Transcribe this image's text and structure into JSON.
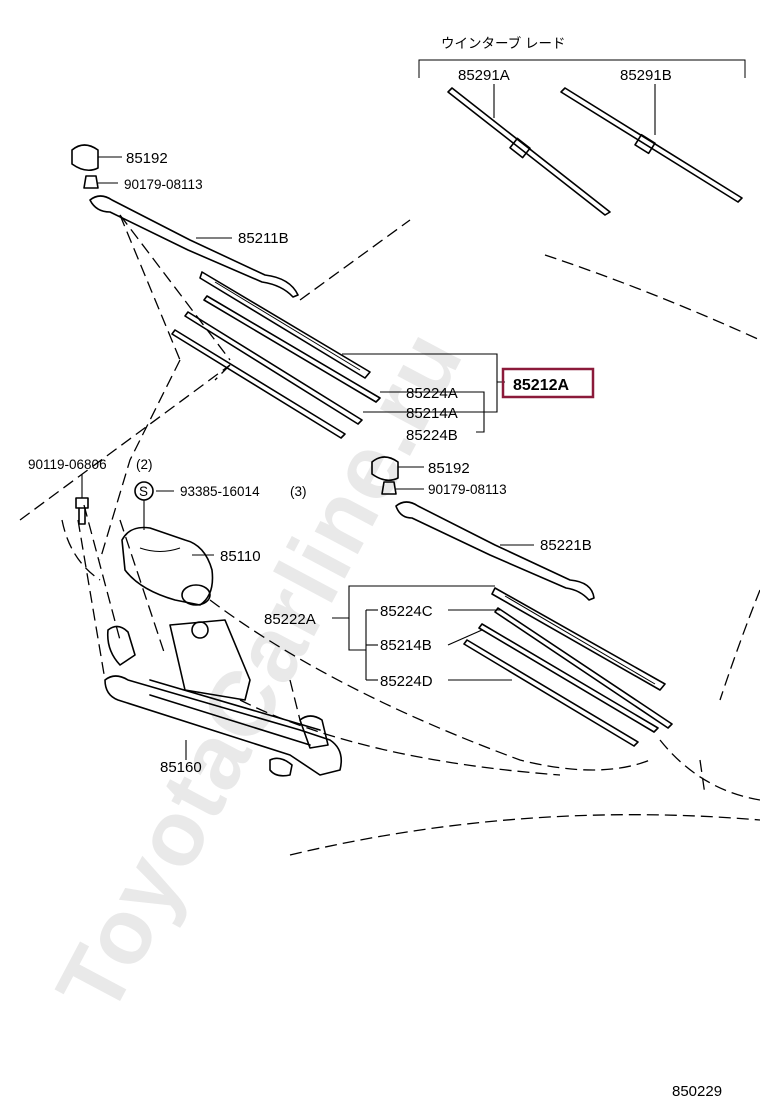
{
  "header_label": "ウインターブ レード",
  "highlight_color": "#8b1a3a",
  "watermark": "ToyotaCarline.ru",
  "diagram_code": "850229",
  "labels": {
    "blade_85291a": "85291A",
    "blade_85291b": "85291B",
    "cap_top": "85192",
    "nut_top": "90179-08113",
    "arm_85211b": "85211B",
    "blade_assy": "85212A",
    "rubber_85224a": "85224A",
    "rubber_85214a": "85214A",
    "rubber_85224b": "85224B",
    "bolt": "90119-06806",
    "bolt_qty": "(2)",
    "screw_symbol": "S",
    "screw": "93385-16014",
    "screw_qty": "(3)",
    "motor": "85110",
    "cap_right": "85192",
    "nut_right": "90179-08113",
    "arm_85221b": "85221B",
    "blade_assy_b": "85222A",
    "rubber_85224c": "85224C",
    "rubber_85214b": "85214B",
    "rubber_85224d": "85224D",
    "linkage": "85160"
  }
}
